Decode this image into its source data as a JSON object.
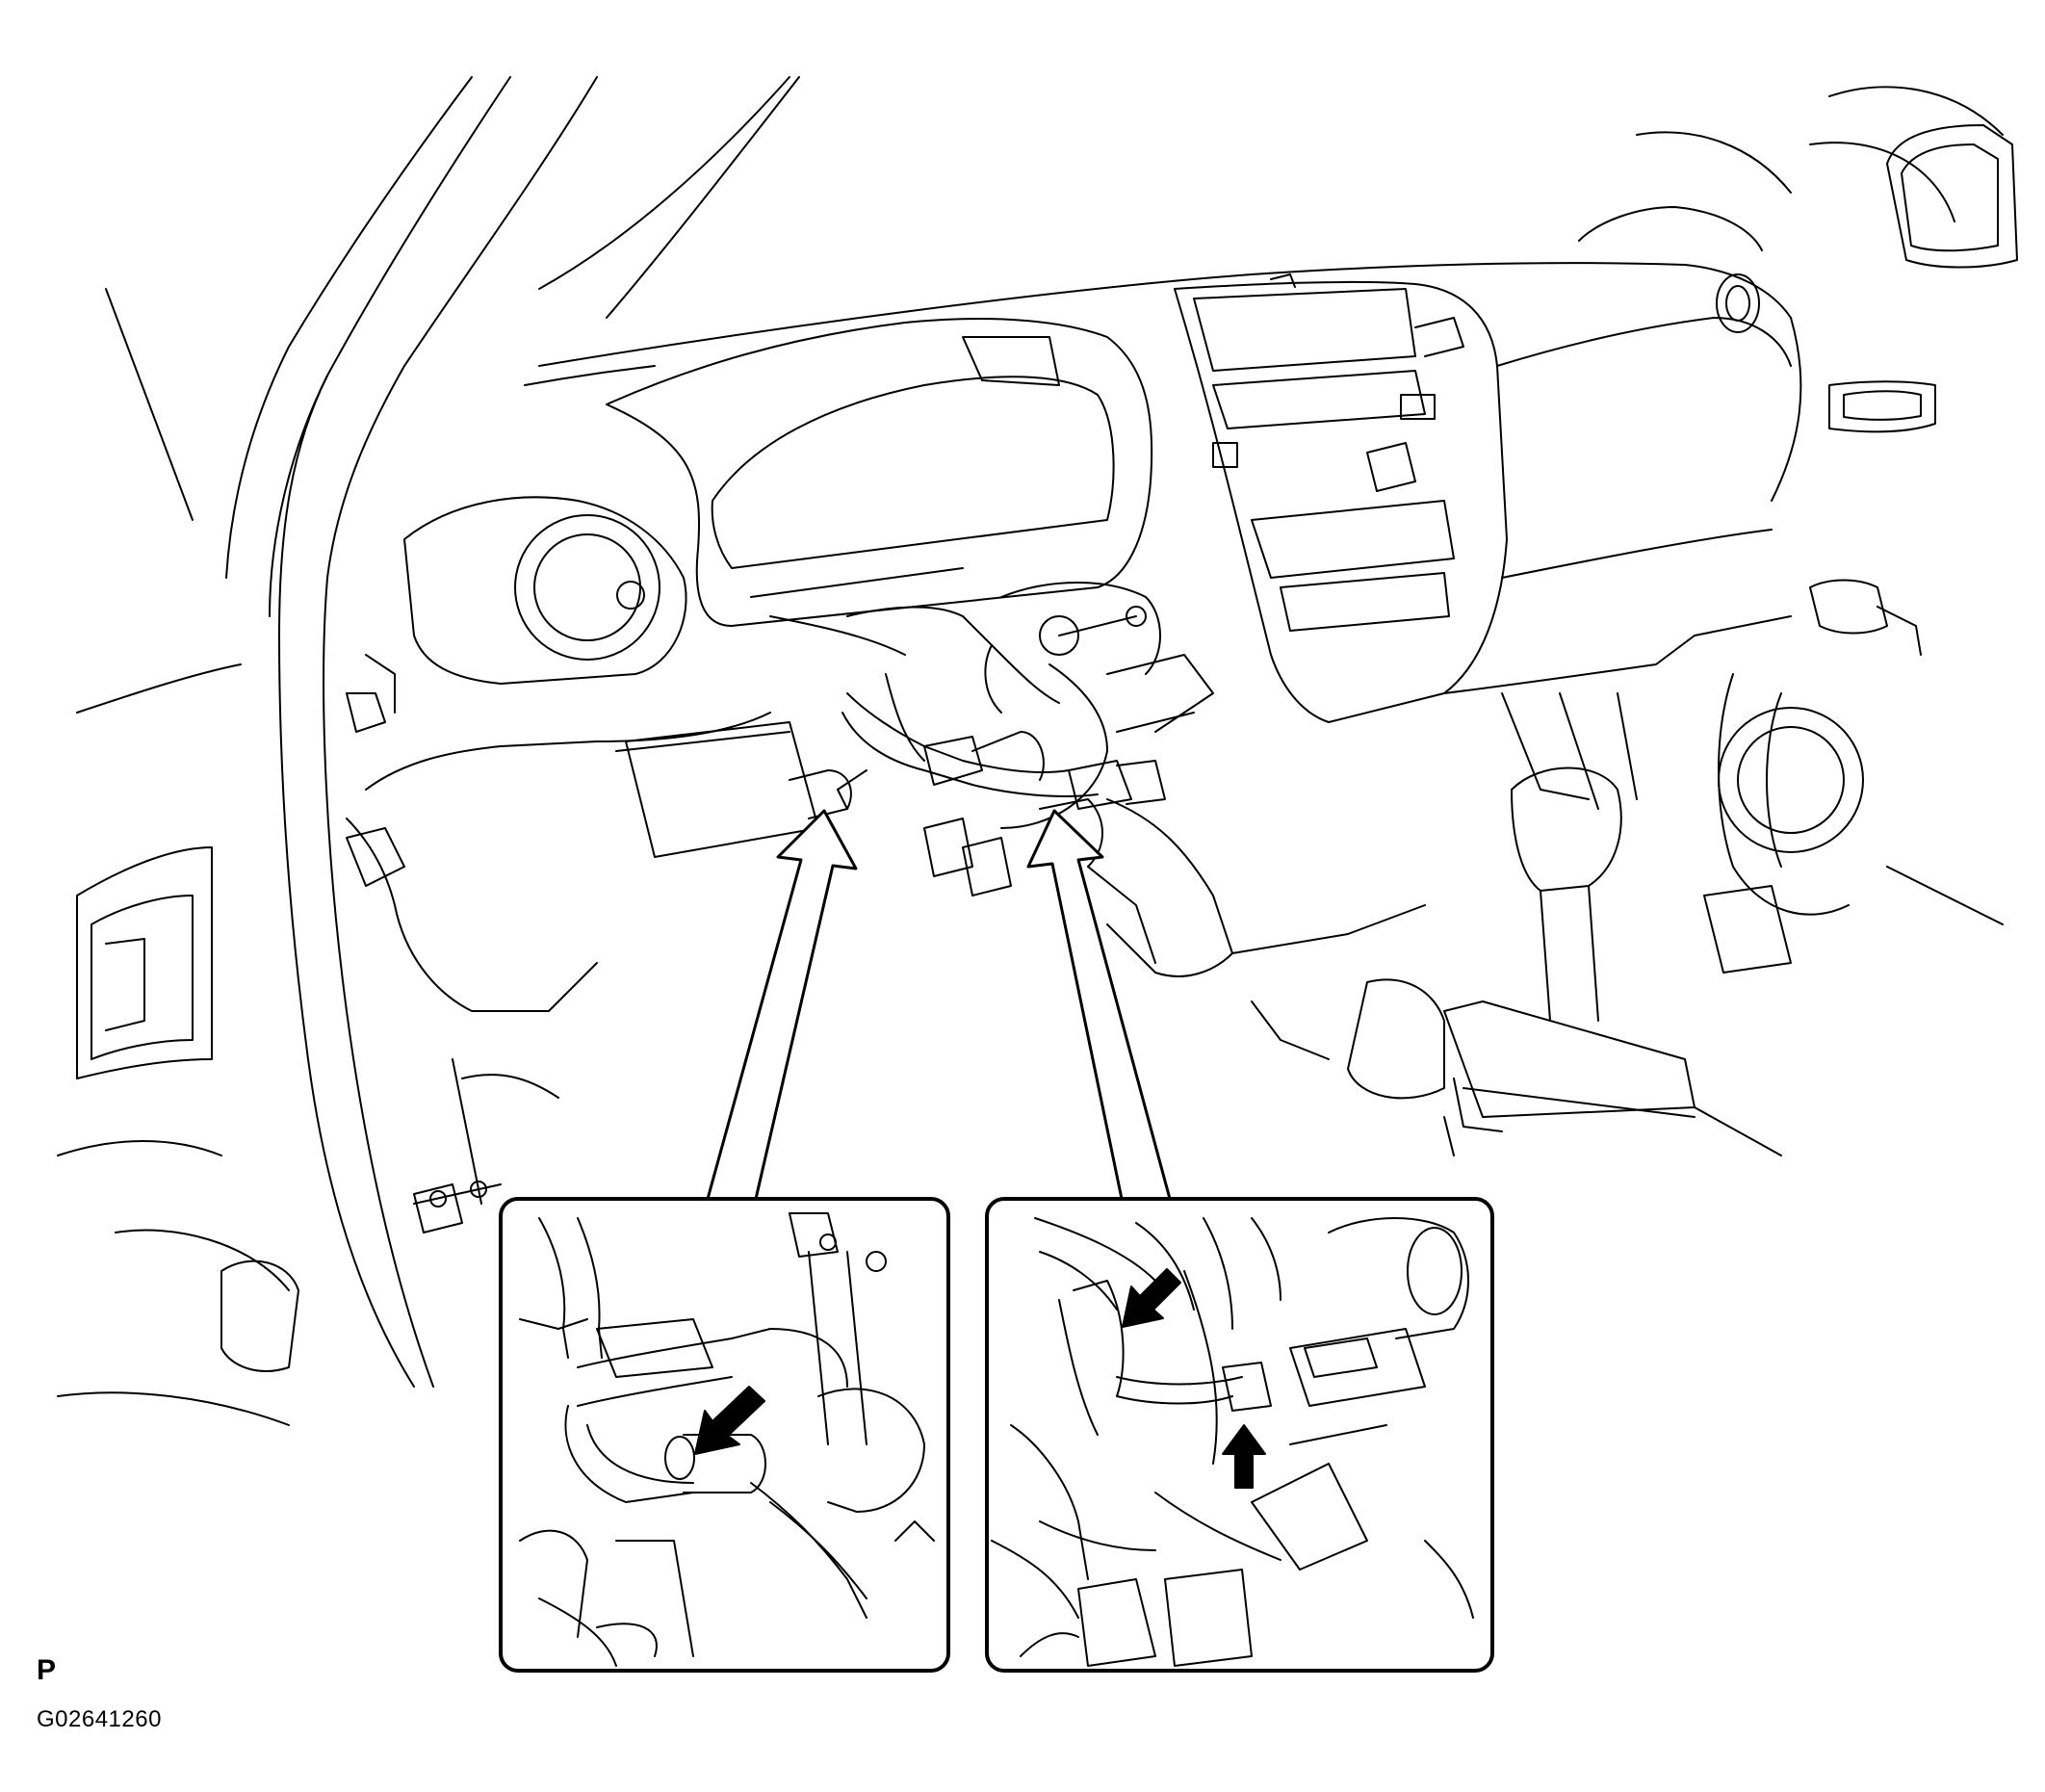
{
  "figure": {
    "view_code": "P",
    "figure_id": "G02641260"
  },
  "colors": {
    "line": "#000000",
    "background": "#ffffff",
    "arrow_fill": "#ffffff",
    "pointer_fill": "#000000"
  },
  "icons": {
    "callout_arrow": "hollow-up-arrow",
    "detail_pointer": "solid-black-arrow"
  }
}
